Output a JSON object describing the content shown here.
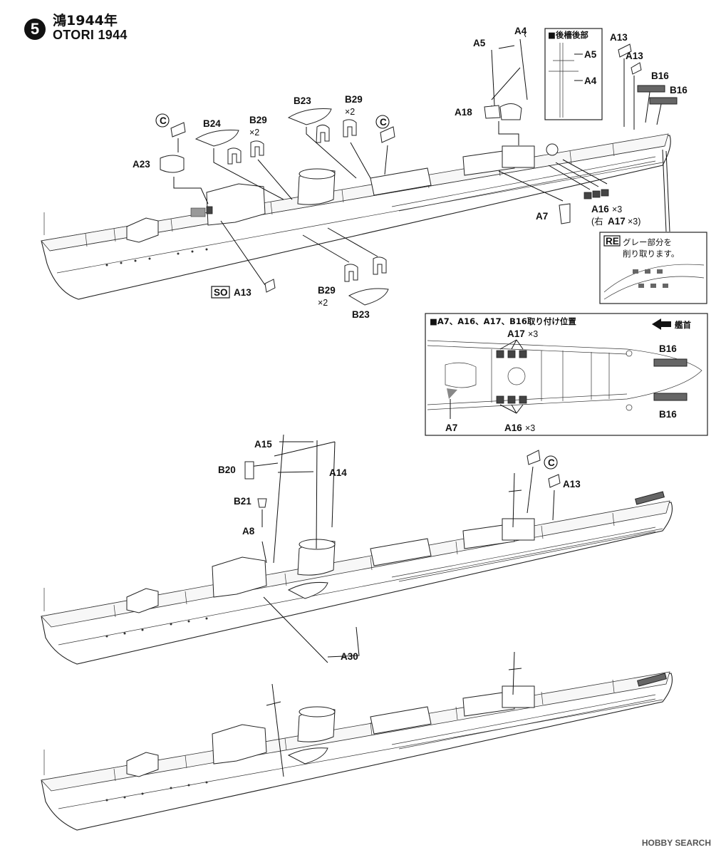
{
  "header": {
    "step_number": "5",
    "title_jp": "鴻1944年",
    "title_en": "OTORI 1944"
  },
  "labels": {
    "A5_top": "A5",
    "A4_top": "A4",
    "A18": "A18",
    "mast_box_title": "■後檣後部",
    "mast_box_A5": "A5",
    "mast_box_A4": "A4",
    "A13_r1": "A13",
    "A13_r2": "A13",
    "B16_r1": "B16",
    "B16_r2": "B16",
    "C_left": "C",
    "C_mid": "C",
    "B24": "B24",
    "B29_left": "B29",
    "x2_left": "×2",
    "B23_top": "B23",
    "B29_top": "B29",
    "x2_top": "×2",
    "A23": "A23",
    "A7": "A7",
    "A16x3": "A16",
    "A16x3_mult": "×3",
    "A17_note_open": "(右",
    "A17_note_part": "A17",
    "A17_note_mult": "×3)",
    "SO_badge": "SO",
    "SO_A13": "A13",
    "B29_bottom": "B29",
    "x2_bottom": "×2",
    "B23_bottom": "B23",
    "RE_badge": "RE",
    "RE_line1": "グレー部分を",
    "RE_line2": "削り取ります。"
  },
  "position_box": {
    "title": "■A7、A16、A17、B16取り付け位置",
    "bow": "艦首",
    "A17": "A17",
    "A17_mult": "×3",
    "A16": "A16",
    "A16_mult": "×3",
    "A7": "A7",
    "B16_top": "B16",
    "B16_bottom": "B16"
  },
  "middle_labels": {
    "A15": "A15",
    "B20": "B20",
    "A14": "A14",
    "B21": "B21",
    "A8": "A8",
    "C": "C",
    "A13": "A13",
    "A30": "A30"
  },
  "watermark": {
    "text": "HOBBY SEARCH"
  }
}
